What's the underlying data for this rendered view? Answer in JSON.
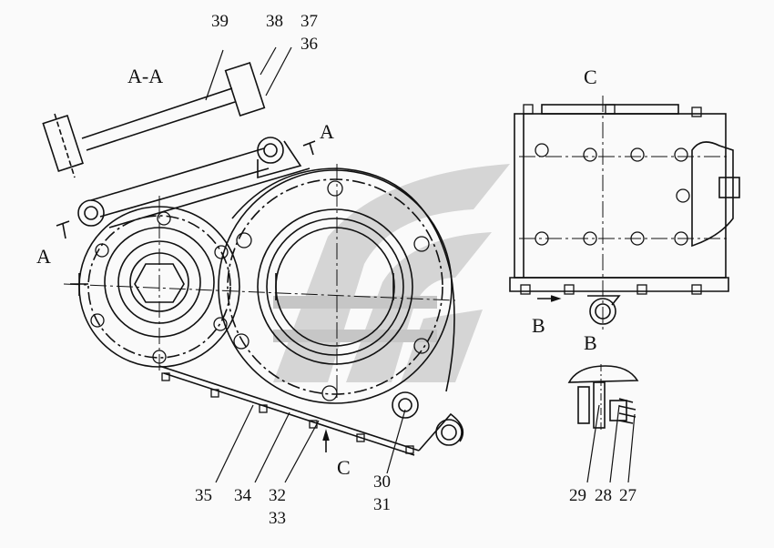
{
  "section_label": "A-A",
  "view_markers": {
    "a_top": "A",
    "a_left": "A",
    "c_top": "C",
    "c_bottom": "C",
    "b_left": "B",
    "b_bottom": "B"
  },
  "part_numbers": {
    "p39": "39",
    "p38": "38",
    "p37": "37",
    "p36": "36",
    "p35": "35",
    "p34": "34",
    "p32": "32",
    "p33": "33",
    "p30": "30",
    "p31": "31",
    "p29": "29",
    "p28": "28",
    "p27": "27"
  },
  "colors": {
    "line": "#111111",
    "watermark": "#c8c8c8",
    "background": "#fafafa"
  }
}
